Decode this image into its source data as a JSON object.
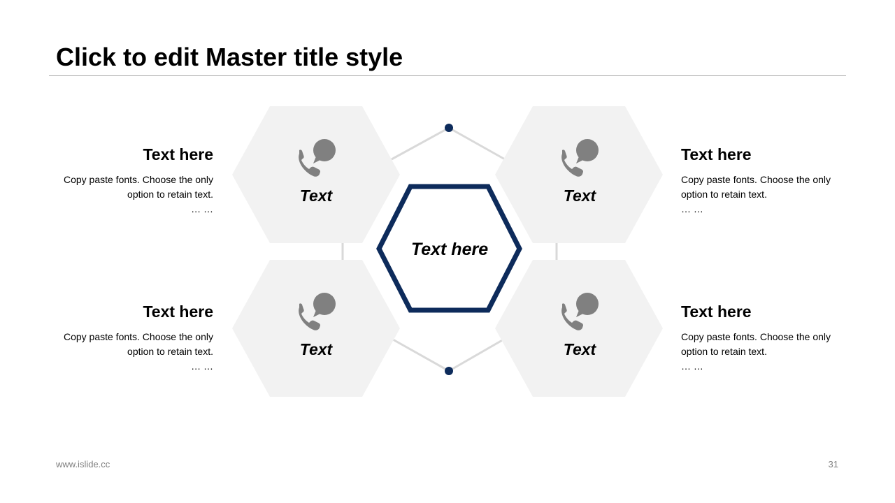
{
  "title": "Click to edit Master title style",
  "center": {
    "label": "Text here"
  },
  "hexes": [
    {
      "id": "top-left",
      "label": "Text",
      "icon": "phone-chat-icon"
    },
    {
      "id": "top-right",
      "label": "Text",
      "icon": "phone-chat-icon"
    },
    {
      "id": "bottom-left",
      "label": "Text",
      "icon": "phone-chat-icon"
    },
    {
      "id": "bottom-right",
      "label": "Text",
      "icon": "phone-chat-icon"
    }
  ],
  "blocks": [
    {
      "id": "top-left",
      "heading": "Text here",
      "body": "Copy paste fonts. Choose the only option to retain text.",
      "more": "… …"
    },
    {
      "id": "top-right",
      "heading": "Text here",
      "body": "Copy paste fonts. Choose the only option to retain text.",
      "more": "… …"
    },
    {
      "id": "bottom-left",
      "heading": "Text here",
      "body": "Copy paste fonts. Choose the only option to retain text.",
      "more": "… …"
    },
    {
      "id": "bottom-right",
      "heading": "Text here",
      "body": "Copy paste fonts. Choose the only option to retain text.",
      "more": "… …"
    }
  ],
  "footer": {
    "url": "www.islide.cc",
    "page": "31"
  },
  "colors": {
    "accent": "#0d2b5b",
    "hex_fill": "#f2f2f2",
    "icon": "#808080",
    "connector": "#d9d9d9",
    "rule": "#a6a6a6"
  }
}
